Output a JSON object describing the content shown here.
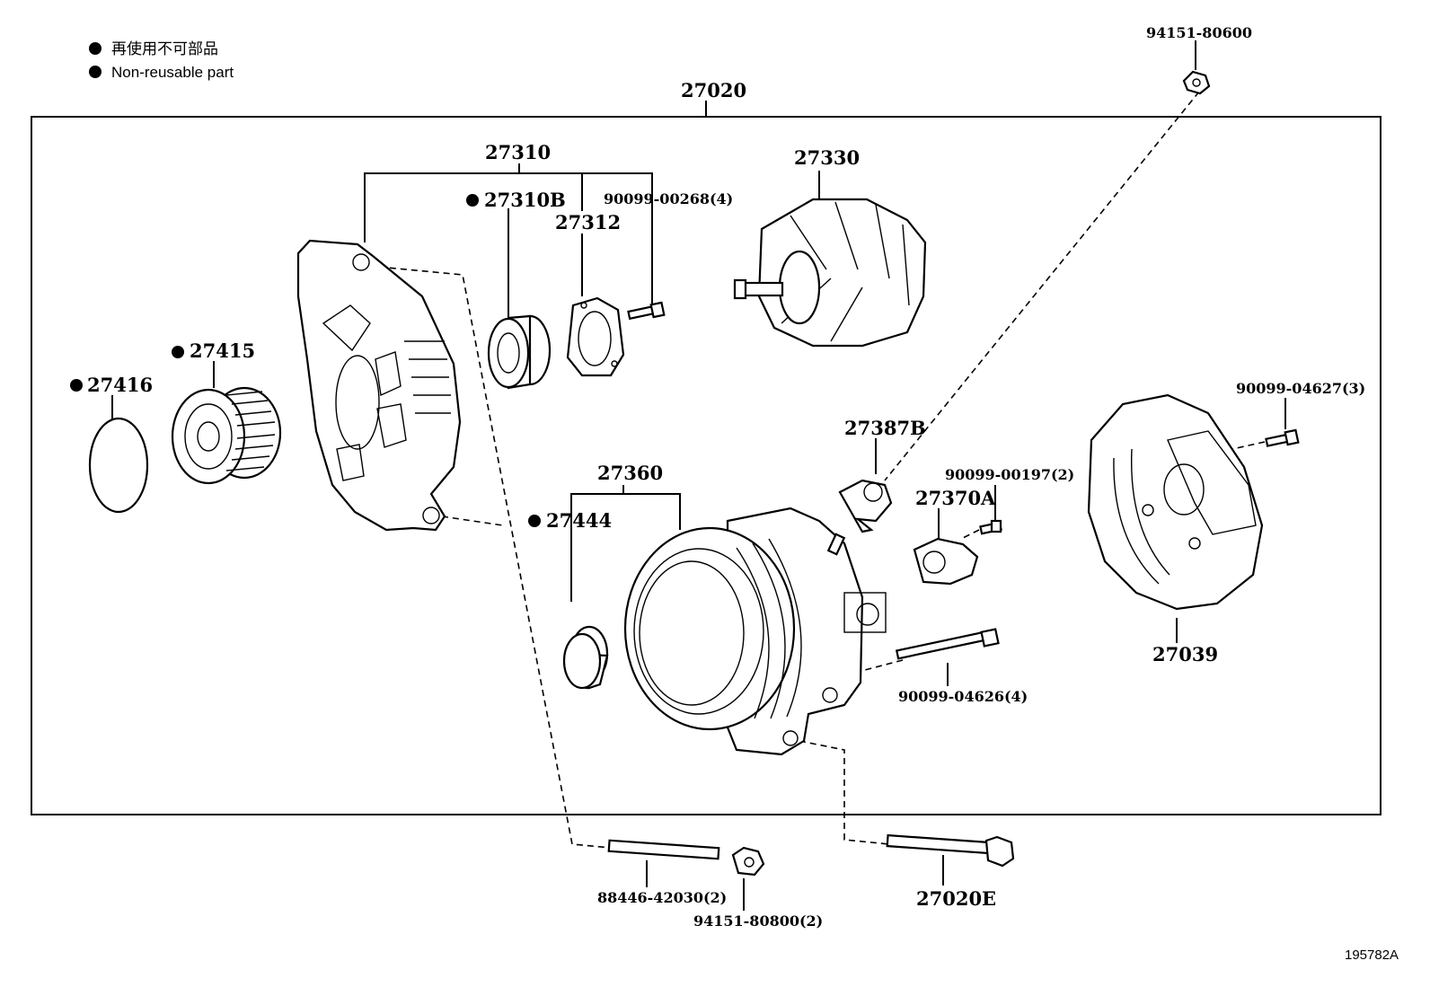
{
  "legend": {
    "non_reusable_ja": "再使用不可部品",
    "non_reusable_en": "Non-reusable part"
  },
  "assembly": {
    "number": "27020"
  },
  "parts": {
    "p_27310": "27310",
    "p_27310B": "27310B",
    "p_27312": "27312",
    "p_90099_00268": "90099-00268(4)",
    "p_27330": "27330",
    "p_94151_80600": "94151-80600",
    "p_27415": "27415",
    "p_27416": "27416",
    "p_27360": "27360",
    "p_27444": "27444",
    "p_27387B": "27387B",
    "p_90099_00197": "90099-00197(2)",
    "p_27370A": "27370A",
    "p_90099_04627": "90099-04627(3)",
    "p_27039": "27039",
    "p_90099_04626": "90099-04626(4)",
    "p_88446_42030": "88446-42030(2)",
    "p_94151_80800": "94151-80800(2)",
    "p_27020E": "27020E"
  },
  "figure_id": "195782A"
}
